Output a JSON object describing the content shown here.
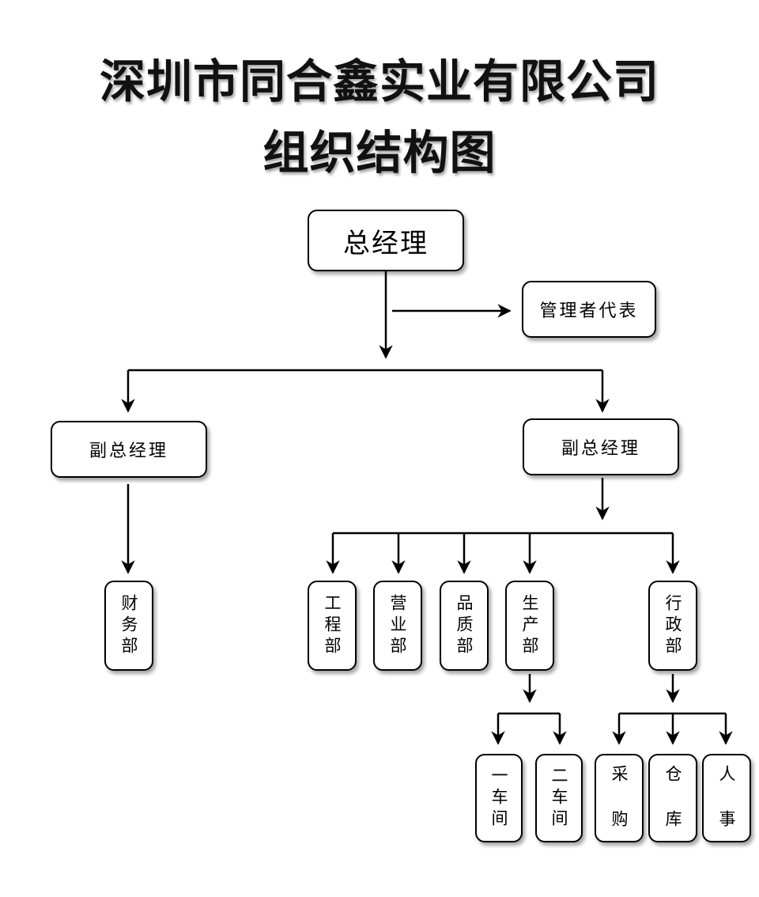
{
  "title": {
    "company": "深圳市同合鑫实业有限公司",
    "subtitle": "组织结构图"
  },
  "nodes": {
    "general_manager": "总经理",
    "management_rep": "管理者代表",
    "deputy_left": "副总经理",
    "deputy_right": "副总经理",
    "finance": "财务部",
    "engineering": "工程部",
    "sales": "营业部",
    "quality": "品质部",
    "production": "生产部",
    "administration": "行政部",
    "workshop_1": "一车间",
    "workshop_2": "二车间",
    "purchasing": "采 购",
    "warehouse": "仓 库",
    "hr": "人 事"
  },
  "colors": {
    "line": "#000000",
    "box_border": "#000000",
    "background": "#ffffff"
  }
}
